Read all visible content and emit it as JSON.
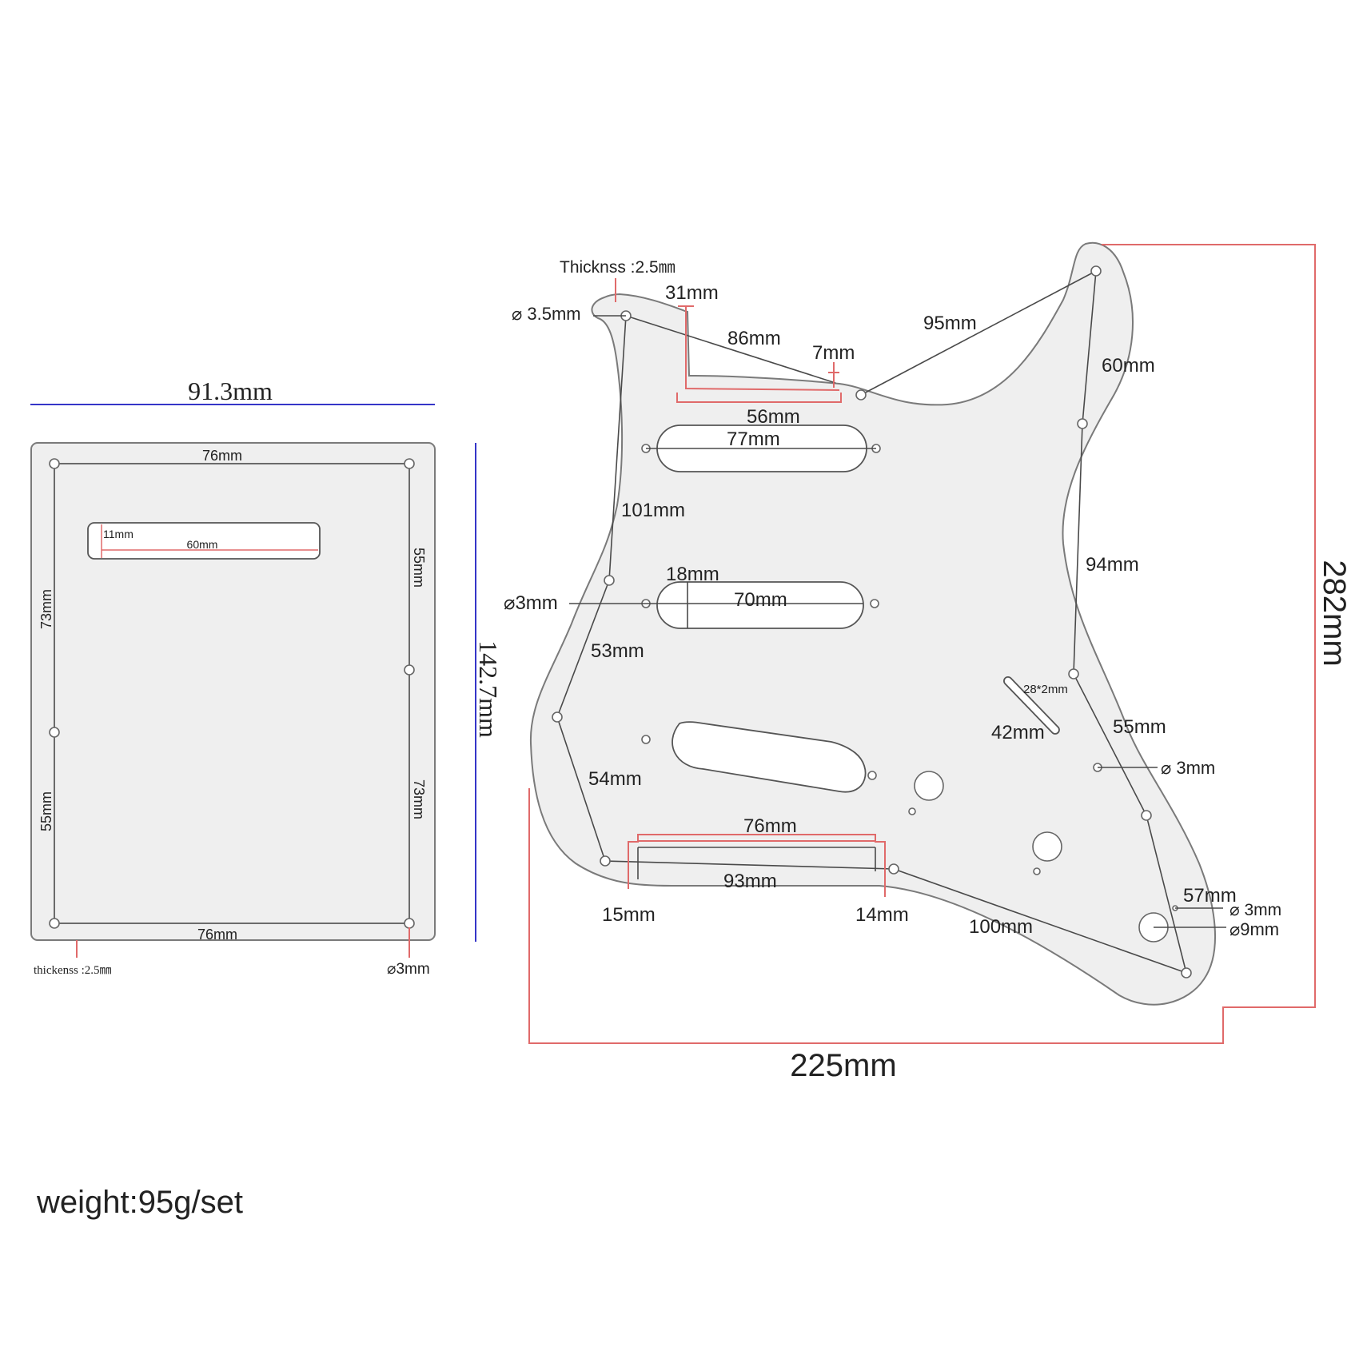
{
  "backplate": {
    "width_label": "91.3mm",
    "height_label": "142.7mm",
    "top_span": "76mm",
    "bottom_span": "76mm",
    "left_upper": "73mm",
    "left_lower": "55mm",
    "right_upper": "55mm",
    "right_lower": "73mm",
    "slot_height": "11mm",
    "slot_length": "60mm",
    "thickness_label": "thickenss :2.5㎜",
    "hole_label": "⌀3mm"
  },
  "pickguard": {
    "thickness_label": "Thicknss :2.5㎜",
    "hole_top_left": "⌀ 3.5mm",
    "neck_notch": "31mm",
    "upper_line": "86mm",
    "notch_depth": "7mm",
    "horn_line": "95mm",
    "notch_width": "56mm",
    "horn_right": "60mm",
    "pickup1_length": "77mm",
    "left_long": "101mm",
    "pickup2_width": "18mm",
    "pickup2_length": "70mm",
    "hole_left_mid": "⌀3mm",
    "right_mid": "94mm",
    "left_mid": "53mm",
    "switch_slot": "28*2mm",
    "switch_spacing": "42mm",
    "right_lower": "55mm",
    "hole_right_mid": "⌀ 3mm",
    "left_lower": "54mm",
    "bottom_span": "76mm",
    "bridge_cut": "93mm",
    "bridge_left": "15mm",
    "bridge_right": "14mm",
    "bottom_line": "100mm",
    "tail_line": "57mm",
    "hole_small": "⌀ 3mm",
    "hole_jack": "⌀9mm",
    "overall_height": "282mm",
    "overall_width": "225mm"
  },
  "weight_label": "weight:95g/set",
  "colors": {
    "plate": "#efefef",
    "dimension_red": "#e06a6a",
    "dimension_blue": "#3535c8"
  }
}
